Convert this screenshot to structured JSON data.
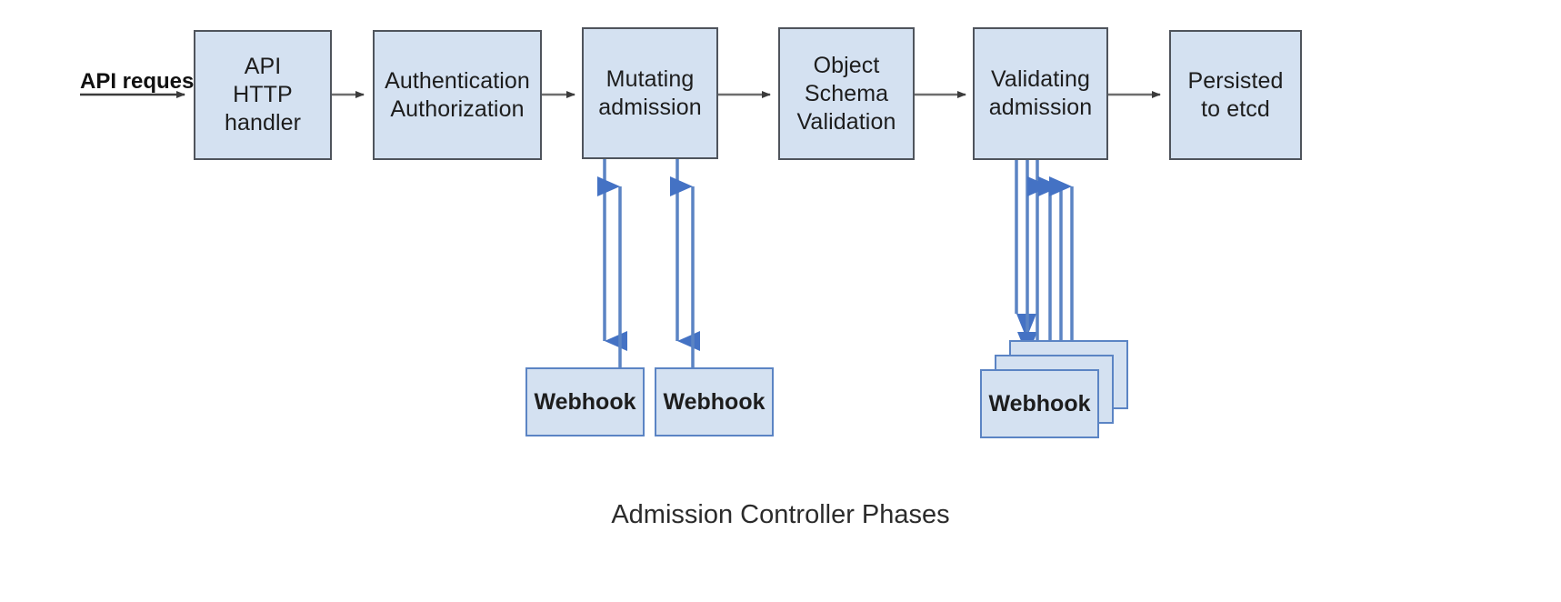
{
  "diagram": {
    "caption": "Admission Controller Phases",
    "entry_label": "API request",
    "colors": {
      "box_fill": "#d4e1f1",
      "box_border": "#4f545c",
      "webhook_border": "#5b84c4",
      "flow_arrow": "#3b3b3b",
      "webhook_arrow": "#4472c4",
      "background": "#ffffff",
      "text": "#1d1d1d"
    },
    "phases": [
      {
        "id": "api-http-handler",
        "lines": [
          "API",
          "HTTP",
          "handler"
        ]
      },
      {
        "id": "authentication-authorization",
        "lines": [
          "Authentication",
          "Authorization"
        ]
      },
      {
        "id": "mutating-admission",
        "lines": [
          "Mutating",
          "admission"
        ]
      },
      {
        "id": "object-schema-validation",
        "lines": [
          "Object",
          "Schema",
          "Validation"
        ]
      },
      {
        "id": "validating-admission",
        "lines": [
          "Validating",
          "admission"
        ]
      },
      {
        "id": "persisted-to-etcd",
        "lines": [
          "Persisted",
          "to etcd"
        ]
      }
    ],
    "webhooks": [
      {
        "id": "mutating-webhook-1",
        "label": "Webhook",
        "phase": "mutating-admission"
      },
      {
        "id": "mutating-webhook-2",
        "label": "Webhook",
        "phase": "mutating-admission"
      },
      {
        "id": "validating-webhook-stack",
        "label": "Webhook",
        "phase": "validating-admission",
        "stack_count": 3
      }
    ],
    "flow_arrows": [
      {
        "from": "api-request",
        "to": "api-http-handler"
      },
      {
        "from": "api-http-handler",
        "to": "authentication-authorization"
      },
      {
        "from": "authentication-authorization",
        "to": "mutating-admission"
      },
      {
        "from": "mutating-admission",
        "to": "object-schema-validation"
      },
      {
        "from": "object-schema-validation",
        "to": "validating-admission"
      },
      {
        "from": "validating-admission",
        "to": "persisted-to-etcd"
      }
    ],
    "webhook_calls": [
      {
        "from": "mutating-admission",
        "to": "mutating-webhook-1",
        "direction": "down"
      },
      {
        "from": "mutating-webhook-1",
        "to": "mutating-admission",
        "direction": "up"
      },
      {
        "from": "mutating-admission",
        "to": "mutating-webhook-2",
        "direction": "down"
      },
      {
        "from": "mutating-webhook-2",
        "to": "mutating-admission",
        "direction": "up"
      },
      {
        "from": "validating-admission",
        "to": "validating-webhook-stack",
        "direction": "down"
      },
      {
        "from": "validating-admission",
        "to": "validating-webhook-stack",
        "direction": "down"
      },
      {
        "from": "validating-admission",
        "to": "validating-webhook-stack",
        "direction": "down"
      },
      {
        "from": "validating-webhook-stack",
        "to": "validating-admission",
        "direction": "up"
      },
      {
        "from": "validating-webhook-stack",
        "to": "validating-admission",
        "direction": "up"
      },
      {
        "from": "validating-webhook-stack",
        "to": "validating-admission",
        "direction": "up"
      }
    ]
  }
}
